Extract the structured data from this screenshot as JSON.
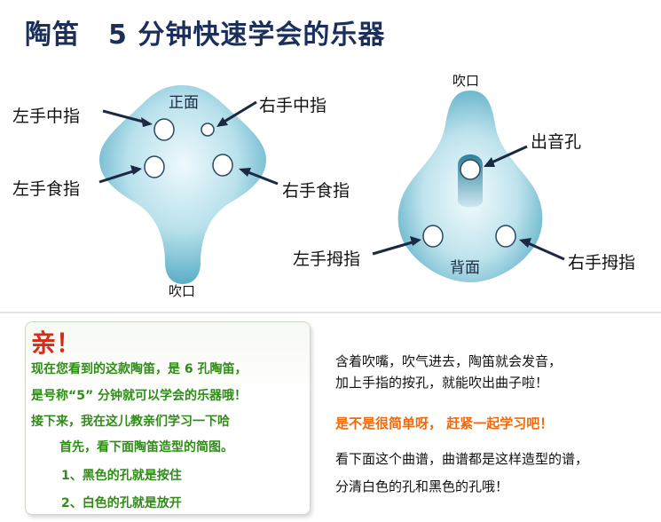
{
  "title": {
    "main": "陶笛",
    "sub": "5 分钟快速学会的乐器"
  },
  "front": {
    "label": "正面",
    "mouth": "吹口",
    "left_middle": "左手中指",
    "right_middle": "右手中指",
    "left_index": "左手食指",
    "right_index": "右手食指"
  },
  "back": {
    "label": "背面",
    "mouth": "吹口",
    "sound_hole": "出音孔",
    "left_thumb": "左手拇指",
    "right_thumb": "右手拇指"
  },
  "intro": {
    "heading": "亲！",
    "lines": [
      "现在您看到的这款陶笛，是 6 孔陶笛，",
      "是号称“5” 分钟就可以学会的乐器哦！",
      "接下来，我在这儿教亲们学习一下哈",
      "首先，看下面陶笛造型的简图。",
      "1、黑色的孔就是按住",
      "2、白色的孔就是放开"
    ]
  },
  "instructions": {
    "line1": "含着吹嘴，吹气进去，陶笛就会发音，",
    "line2": "加上手指的按孔，就能吹出曲子啦！",
    "highlight": "是不是很简单呀，  赶紧一起学习吧！",
    "line3": "看下面这个曲谱，曲谱都是这样造型的谱，",
    "line4": "分清白色的孔和黑色的孔哦！"
  },
  "colors": {
    "title": "#1b2f5a",
    "body_light": "#d8eff5",
    "body_dark": "#5aaec6",
    "green_text": "#2f8c16",
    "red_heading": "#d62b18",
    "orange_highlight": "#ee6a0c"
  }
}
